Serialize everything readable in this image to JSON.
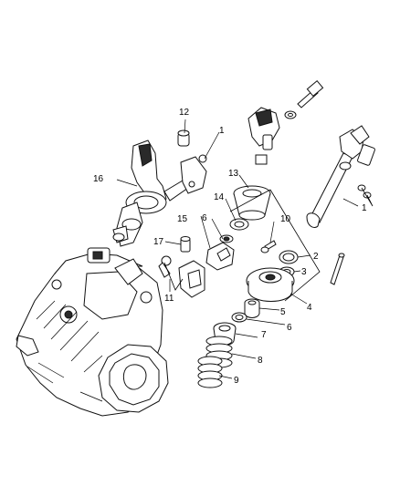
{
  "callouts": {
    "c1a": "1",
    "c1b": "1",
    "c2": "2",
    "c3": "3",
    "c4": "4",
    "c5": "5",
    "c6a": "6",
    "c6b": "6",
    "c7": "7",
    "c8": "8",
    "c9": "9",
    "c10": "10",
    "c11": "11",
    "c12": "12",
    "c13": "13",
    "c14": "14",
    "c15": "15",
    "c16": "16",
    "c17": "17"
  },
  "colors": {
    "line": "#111111",
    "background": "#ffffff",
    "shade": "#9a9a9a"
  }
}
